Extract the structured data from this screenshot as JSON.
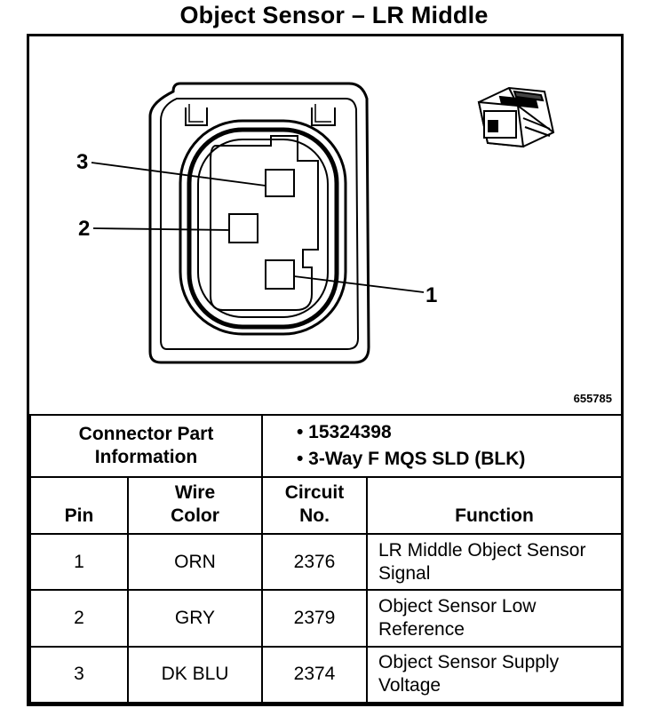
{
  "title": "Object Sensor – LR Middle",
  "diagram": {
    "figure_code": "655785",
    "pins": [
      {
        "label": "3"
      },
      {
        "label": "2"
      },
      {
        "label": "1"
      }
    ]
  },
  "connector": {
    "info_label": "Connector Part Information",
    "part_numbers": [
      "•  15324398",
      "•  3-Way F MQS SLD (BLK)"
    ]
  },
  "table": {
    "headers": {
      "pin": "Pin",
      "wire_color": "Wire Color",
      "circuit_no": "Circuit No.",
      "function": "Function"
    },
    "rows": [
      {
        "pin": "1",
        "wire_color": "ORN",
        "circuit": "2376",
        "function": "LR Middle Object Sensor Signal"
      },
      {
        "pin": "2",
        "wire_color": "GRY",
        "circuit": "2379",
        "function": "Object Sensor Low Reference"
      },
      {
        "pin": "3",
        "wire_color": "DK BLU",
        "circuit": "2374",
        "function": "Object Sensor Supply Voltage"
      }
    ]
  }
}
